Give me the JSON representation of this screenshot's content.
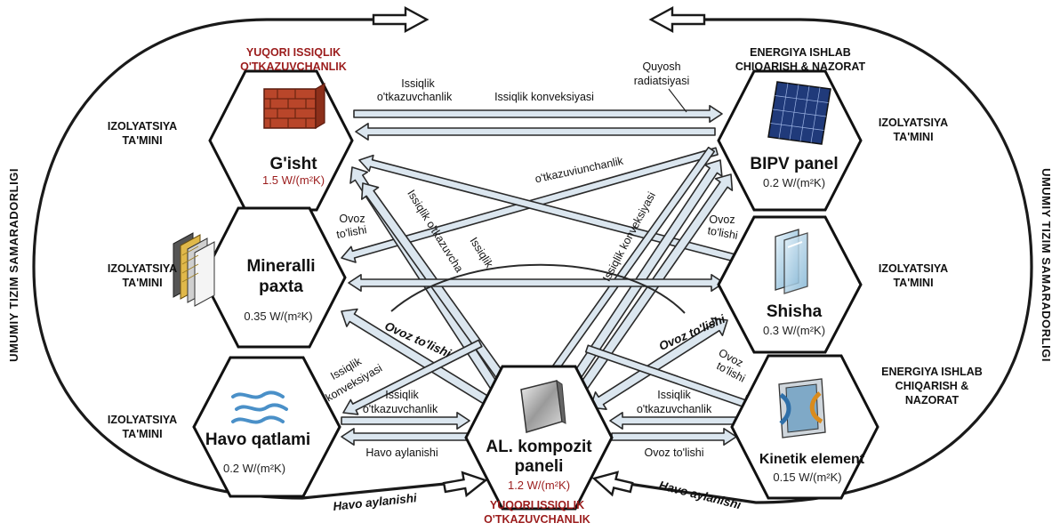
{
  "cycle_label": "UMUMIY TIZIM SAMARADORLIGI",
  "nodes": {
    "brick": {
      "title": "G'isht",
      "value": "1.5 W/(m²K)",
      "icon": "brick-wall-icon"
    },
    "wool": {
      "title_line1": "Mineralli",
      "title_line2": "paxta",
      "value": "0.35 W/(m²K)",
      "icon": "insulation-layers-icon"
    },
    "air": {
      "title": "Havo qatlami",
      "value": "0.2 W/(m²K)",
      "icon": "air-flow-icon"
    },
    "alu": {
      "title_line1": "AL. kompozit",
      "title_line2": "paneli",
      "value": "1.2 W/(m²K)",
      "icon": "metal-panel-icon"
    },
    "bipv": {
      "title": "BIPV panel",
      "value": "0.2 W/(m²K)",
      "icon": "solar-panel-icon"
    },
    "glass": {
      "title": "Shisha",
      "value": "0.3 W/(m²K)",
      "icon": "glass-pane-icon"
    },
    "kinetic": {
      "title": "Kinetik element",
      "value": "0.15 W/(m²K)",
      "icon": "kinetic-element-icon"
    }
  },
  "side_labels": {
    "brick": [
      "IZOLYATSIYA",
      "TA'MINI"
    ],
    "wool": [
      "IZOLYATSIYA",
      "TA'MINI"
    ],
    "air": [
      "IZOLYATSIYA",
      "TA'MINI"
    ],
    "bipv": [
      "IZOLYATSIYA",
      "TA'MINI"
    ],
    "glass": [
      "IZOLYATSIYA",
      "TA'MINI"
    ],
    "energy_top": [
      "ENERGIYA ISHLAB",
      "CHIQARISH & NAZORAT"
    ],
    "energy_bottom": [
      "ENERGIYA ISHLAB",
      "CHIQARISH &",
      "NAZORAT"
    ],
    "high_top": [
      "YUQORI ISSIQLIK",
      "O'TKAZUVCHANLIK"
    ],
    "high_bottom": [
      "YUQORI ISSIQLIK",
      "O'TKAZUVCHANLIK"
    ]
  },
  "flow_labels": {
    "issiqlik_otk_top_1": "Issiqlik",
    "issiqlik_otk_top_2": "o'tkazuvchanlik",
    "konveksiya_top": "Issiqlik konveksiyasi",
    "quyosh_1": "Quyosh",
    "quyosh_2": "radiatsiyasi",
    "otkazuv_diag": "o'tkazuviunchanlik",
    "ovoz_left_1": "Ovoz",
    "ovoz_left_2": "to'lishi",
    "ovoz_right_1": "Ovoz",
    "ovoz_right_2": "to'lishi",
    "issiqlik_otkazuvcha": "Issiqlik o'tkazuvcha",
    "issiqlik_short": "Issiqlik",
    "konveksiya_diag": "Issiqlik konveksiyasi",
    "ovoz_bold_left": "Ovoz to'lishi",
    "ovoz_bold_right": "Ovoz to'lishi",
    "konveksiya_left_1": "Issiqlik",
    "konveksiya_left_2": "konveksiyasi",
    "ovoz_kin_1": "Ovoz",
    "ovoz_kin_2": "to'lishi",
    "air_otk_1": "Issiqlik",
    "air_otk_2": "o'tkazuvchanlik",
    "air_havo": "Havo aylanishi",
    "kin_otk_1": "Issiqlik",
    "kin_otk_2": "o'tkazuvchanlik",
    "kin_ovoz": "Ovoz to'lishi",
    "havo_bold_left": "Havo aylanishi",
    "havo_bold_right": "Havo aylanishi"
  }
}
